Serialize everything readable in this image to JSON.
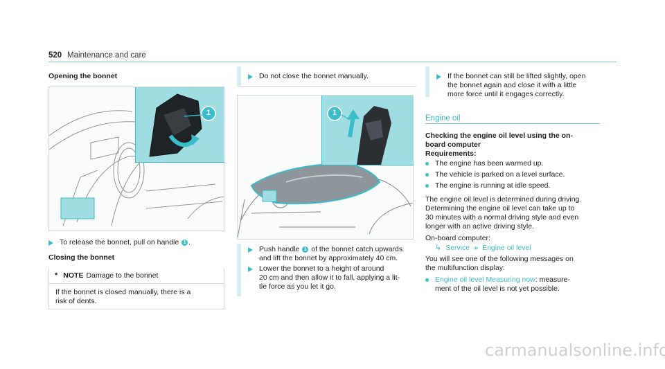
{
  "header": {
    "page_number": "520",
    "section_title": "Maintenance and care"
  },
  "col1": {
    "opening_title": "Opening the bonnet",
    "step1": [
      "To release the bonnet, pull on handle ",
      "1",
      "."
    ],
    "closing_title": "Closing the bonnet",
    "note": {
      "icon": "*",
      "label": "NOTE",
      "title": "Damage to the bonnet",
      "body": [
        "If the bonnet is closed manually, there is a",
        "risk of dents."
      ]
    }
  },
  "col2": {
    "step_top": "Do not close the bonnet manually.",
    "steps": [
      {
        "lines": [
          "Push handle ",
          "1",
          " of the bonnet catch upwards",
          "and lift the bonnet by approximately 40 cm."
        ]
      },
      {
        "lines": [
          "Lower the bonnet to a height of around",
          "20 cm and then allow it to fall, applying a lit-",
          "tle force as you let it go."
        ]
      }
    ]
  },
  "col3": {
    "step_top": [
      "If the bonnet can still be lifted slightly, open",
      "the bonnet again and close it with a little",
      "more force until it engages correctly."
    ],
    "section_title": "Engine oil",
    "sub_title": [
      "Checking the engine oil level using the on-",
      "board computer"
    ],
    "req_label": "Requirements:",
    "requirements": [
      "The engine has been warmed up.",
      "The vehicle is parked on a level surface.",
      "The engine is running at idle speed."
    ],
    "para": [
      "The engine oil level is determined during driving.",
      "Determining the engine oil level can take up to",
      "30 minutes with a normal driving style and even",
      "longer with an active driving style."
    ],
    "onboard_label": "On-board computer:",
    "menu_path": {
      "item1": "Service",
      "item2": "Engine oil level"
    },
    "para2": [
      "You will see one of the following messages on",
      "the multifunction display:"
    ],
    "message": {
      "label": "Engine oil level Measuring now",
      "desc": [
        ": measure-",
        "ment of the oil level is not yet possible."
      ]
    }
  },
  "footer": {
    "watermark": "carmanualsonline.info"
  },
  "colors": {
    "accent": "#3bbcc9",
    "highlight": "#9fdde3"
  }
}
